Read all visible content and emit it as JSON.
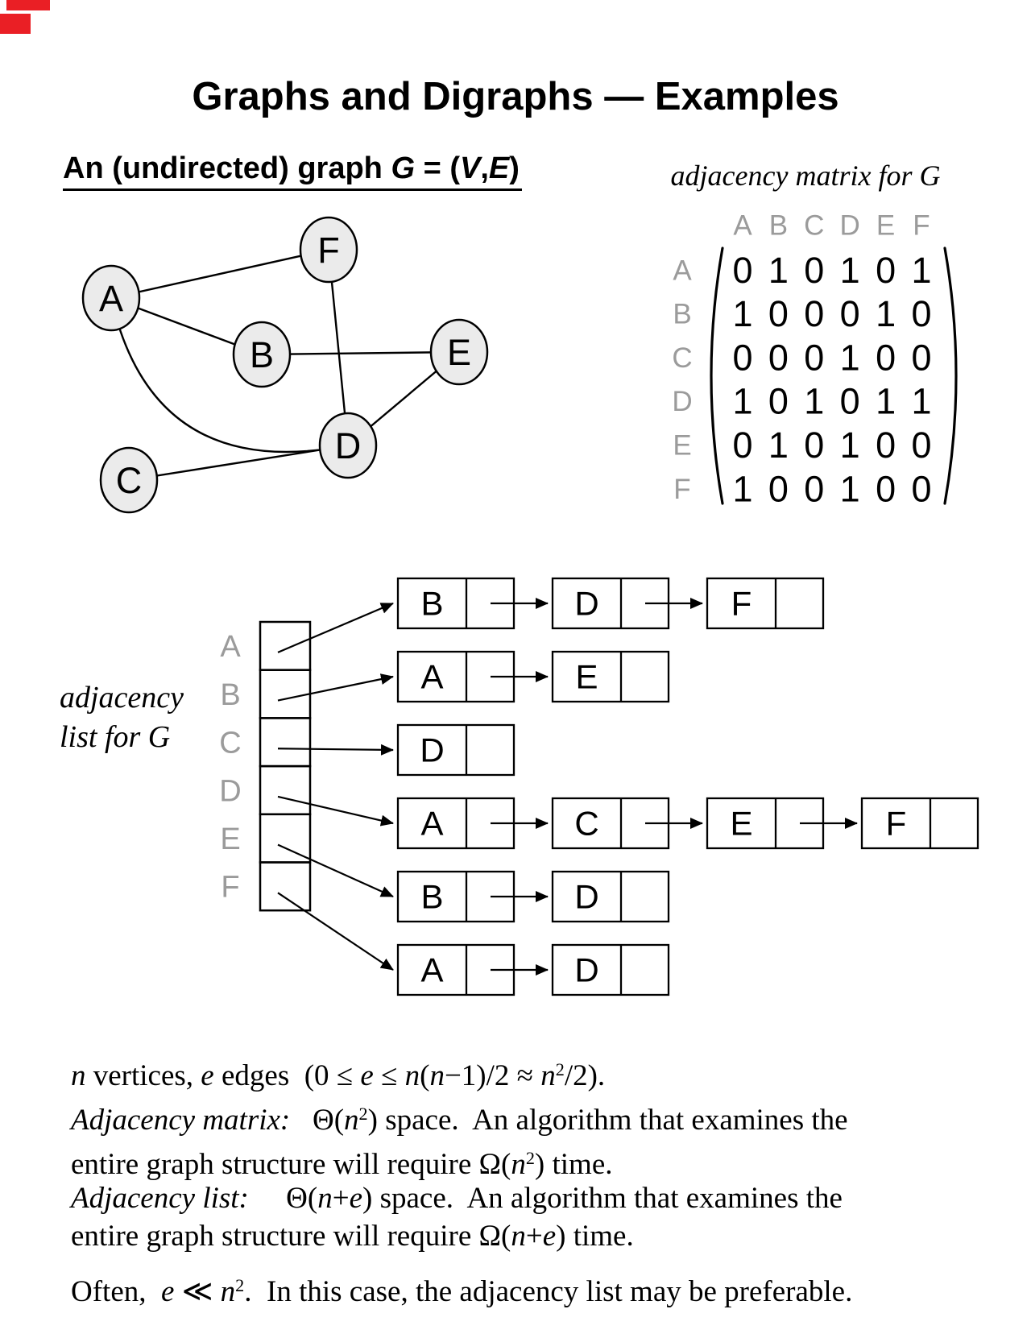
{
  "title": "Graphs and Digraphs — Examples",
  "colors": {
    "annotation_red": "#ea1f25",
    "label_gray": "#9b9b9b",
    "node_fill": "#ebebeb",
    "ink": "#000000"
  },
  "graph": {
    "heading_parts": [
      {
        "t": "An (undirected) graph ",
        "s": ""
      },
      {
        "t": "G",
        "s": "i"
      },
      {
        "t": " = (",
        "s": ""
      },
      {
        "t": "V",
        "s": "i"
      },
      {
        "t": ",",
        "s": ""
      },
      {
        "t": "E",
        "s": "i"
      },
      {
        "t": ")",
        "s": ""
      }
    ],
    "nodes": [
      "A",
      "B",
      "C",
      "D",
      "E",
      "F"
    ],
    "edges": [
      {
        "from": "A",
        "to": "F"
      },
      {
        "from": "A",
        "to": "B"
      },
      {
        "from": "A",
        "to": "D",
        "curved": true
      },
      {
        "from": "B",
        "to": "E"
      },
      {
        "from": "F",
        "to": "D"
      },
      {
        "from": "D",
        "to": "E"
      },
      {
        "from": "C",
        "to": "D"
      }
    ]
  },
  "adjacency_matrix": {
    "caption": "adjacency matrix for G",
    "col_headers": [
      "A",
      "B",
      "C",
      "D",
      "E",
      "F"
    ],
    "row_headers": [
      "A",
      "B",
      "C",
      "D",
      "E",
      "F"
    ],
    "rows": [
      [
        0,
        1,
        0,
        1,
        0,
        1
      ],
      [
        1,
        0,
        0,
        0,
        1,
        0
      ],
      [
        0,
        0,
        0,
        1,
        0,
        0
      ],
      [
        1,
        0,
        1,
        0,
        1,
        1
      ],
      [
        0,
        1,
        0,
        1,
        0,
        0
      ],
      [
        1,
        0,
        0,
        1,
        0,
        0
      ]
    ]
  },
  "adjacency_list": {
    "caption_lines": [
      "adjacency",
      "list for G"
    ],
    "array_labels": [
      "A",
      "B",
      "C",
      "D",
      "E",
      "F"
    ],
    "lists": [
      [
        "B",
        "D",
        "F"
      ],
      [
        "A",
        "E"
      ],
      [
        "D"
      ],
      [
        "A",
        "C",
        "E",
        "F"
      ],
      [
        "B",
        "D"
      ],
      [
        "A",
        "D"
      ]
    ]
  },
  "notes": [
    {
      "parts": [
        {
          "t": "n",
          "s": "i"
        },
        {
          "t": " vertices, ",
          "s": ""
        },
        {
          "t": "e",
          "s": "i"
        },
        {
          "t": " edges  (0 ≤ ",
          "s": ""
        },
        {
          "t": "e",
          "s": "i"
        },
        {
          "t": " ≤ ",
          "s": ""
        },
        {
          "t": "n",
          "s": "i"
        },
        {
          "t": "(",
          "s": ""
        },
        {
          "t": "n",
          "s": "i"
        },
        {
          "t": "−1)/2 ≈ ",
          "s": ""
        },
        {
          "t": "n",
          "s": "i"
        },
        {
          "t": "2",
          "s": "sup"
        },
        {
          "t": "/2).",
          "s": ""
        }
      ]
    },
    {
      "parts": [
        {
          "t": "Adjacency matrix:",
          "s": "i"
        },
        {
          "t": "   Θ(",
          "s": ""
        },
        {
          "t": "n",
          "s": "i"
        },
        {
          "t": "2",
          "s": "sup"
        },
        {
          "t": ") space.  An algorithm that examines the",
          "s": ""
        },
        {
          "t": "",
          "s": "br"
        },
        {
          "t": "entire graph structure will require Ω(",
          "s": ""
        },
        {
          "t": "n",
          "s": "i"
        },
        {
          "t": "2",
          "s": "sup"
        },
        {
          "t": ") time.",
          "s": ""
        }
      ]
    },
    {
      "parts": [
        {
          "t": "Adjacency list:",
          "s": "i"
        },
        {
          "t": "     Θ(",
          "s": ""
        },
        {
          "t": "n",
          "s": "i"
        },
        {
          "t": "+",
          "s": ""
        },
        {
          "t": "e",
          "s": "i"
        },
        {
          "t": ") space.  An algorithm that examines the",
          "s": ""
        },
        {
          "t": "",
          "s": "br"
        },
        {
          "t": "entire graph structure will require Ω(",
          "s": ""
        },
        {
          "t": "n",
          "s": "i"
        },
        {
          "t": "+",
          "s": ""
        },
        {
          "t": "e",
          "s": "i"
        },
        {
          "t": ") time.",
          "s": ""
        }
      ]
    },
    {
      "parts": [
        {
          "t": "Often,  ",
          "s": ""
        },
        {
          "t": "e",
          "s": "i"
        },
        {
          "t": " ≪ ",
          "s": ""
        },
        {
          "t": "n",
          "s": "i"
        },
        {
          "t": "2",
          "s": "sup"
        },
        {
          "t": ".  In this case, the adjacency list may be preferable.",
          "s": ""
        }
      ]
    }
  ]
}
